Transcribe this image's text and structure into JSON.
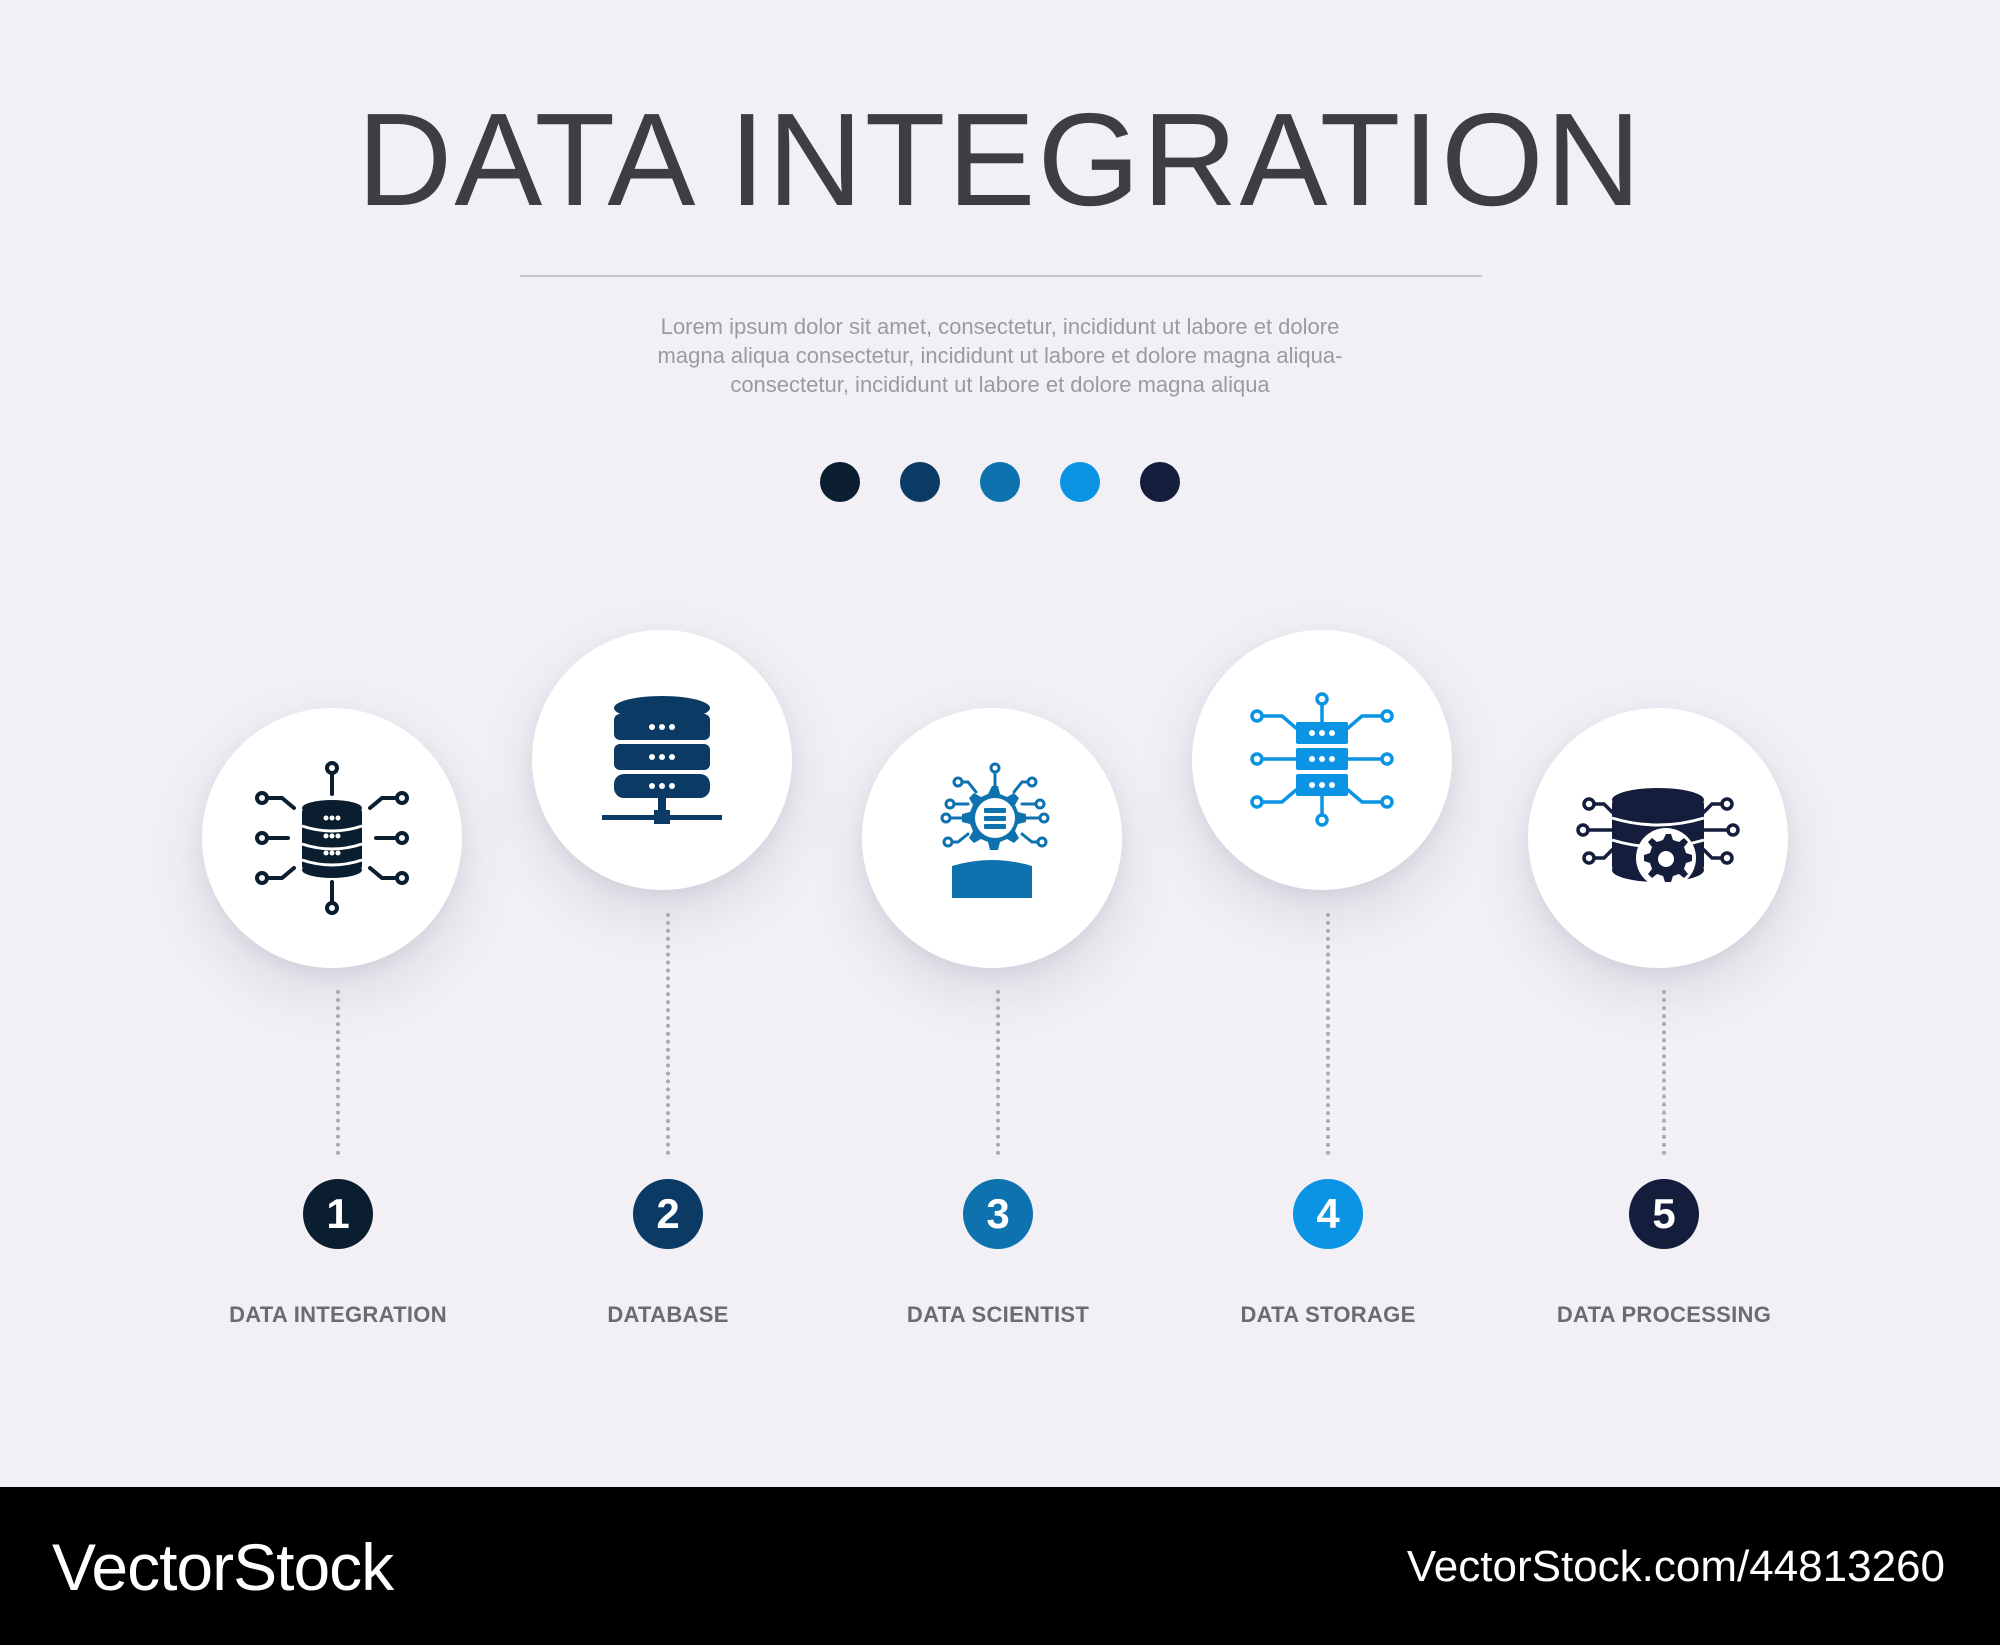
{
  "title": "DATA INTEGRATION",
  "description": [
    "Lorem ipsum dolor sit amet, consectetur, incididunt ut labore et dolore",
    "magna aliqua consectetur, incididunt ut labore et dolore magna aliqua-",
    "consectetur, incididunt ut labore et dolore magna aliqua"
  ],
  "palette": [
    "#0b1e30",
    "#0b3a64",
    "#0d72ad",
    "#0b93e4",
    "#141d3b"
  ],
  "steps": [
    {
      "number": "1",
      "label": "DATA INTEGRATION",
      "icon": "database-integration-icon",
      "color": "#0b1e30"
    },
    {
      "number": "2",
      "label": "DATABASE",
      "icon": "database-network-icon",
      "color": "#0b3a64"
    },
    {
      "number": "3",
      "label": "DATA SCIENTIST",
      "icon": "data-scientist-icon",
      "color": "#0d72ad"
    },
    {
      "number": "4",
      "label": "DATA STORAGE",
      "icon": "data-storage-circuit-icon",
      "color": "#0b93e4"
    },
    {
      "number": "5",
      "label": "DATA PROCESSING",
      "icon": "data-processing-gear-icon",
      "color": "#141d3b"
    }
  ],
  "footer": {
    "brand": "VectorStock",
    "url": "VectorStock.com/44813260"
  }
}
